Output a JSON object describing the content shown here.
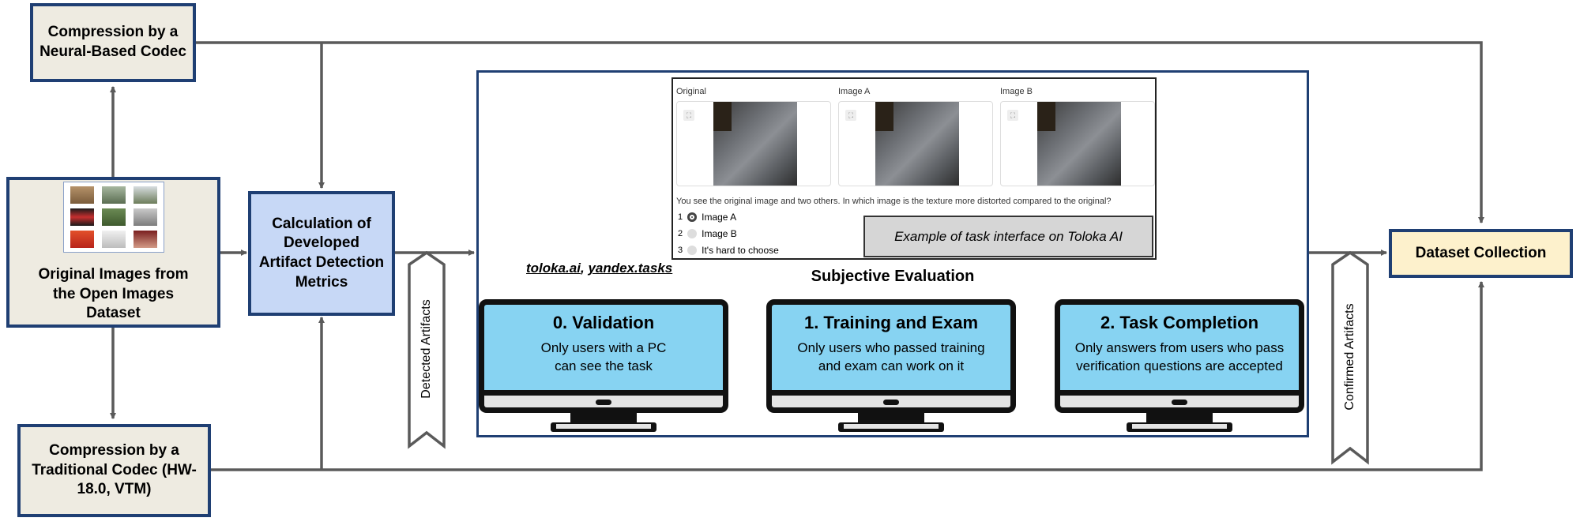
{
  "nodes": {
    "neural_codec": "Compression by a Neural-Based Codec",
    "original_images": "Original Images from the Open Images Dataset",
    "metrics": "Calculation of Developed Artifact Detection Metrics",
    "traditional_codec": "Compression by a Traditional Codec (HW-18.0, VTM)",
    "dataset": "Dataset Collection"
  },
  "arrows": {
    "detected": "Detected Artifacts",
    "confirmed": "Confirmed Artifacts"
  },
  "task_interface": {
    "labels": [
      "Original",
      "Image A",
      "Image B"
    ],
    "question": "You see the original image and two others. In which image is the texture more distorted compared to the original?",
    "options": [
      {
        "num": "1",
        "label": "Image A",
        "selected": true
      },
      {
        "num": "2",
        "label": "Image B",
        "selected": false
      },
      {
        "num": "3",
        "label": "It's hard to choose",
        "selected": false
      }
    ],
    "caption": "Example of task interface on Toloka AI"
  },
  "platforms": {
    "a": "toloka.ai",
    "sep": ",",
    "b": "yandex.tasks"
  },
  "section_title": "Subjective Evaluation",
  "steps": [
    {
      "title": "0. Validation",
      "text": "Only users with a PC can see the task"
    },
    {
      "title": "1. Training and Exam",
      "text": "Only users who passed training and exam can work on it"
    },
    {
      "title": "2. Task Completion",
      "text": "Only answers from users who pass verification questions are accepted"
    }
  ]
}
